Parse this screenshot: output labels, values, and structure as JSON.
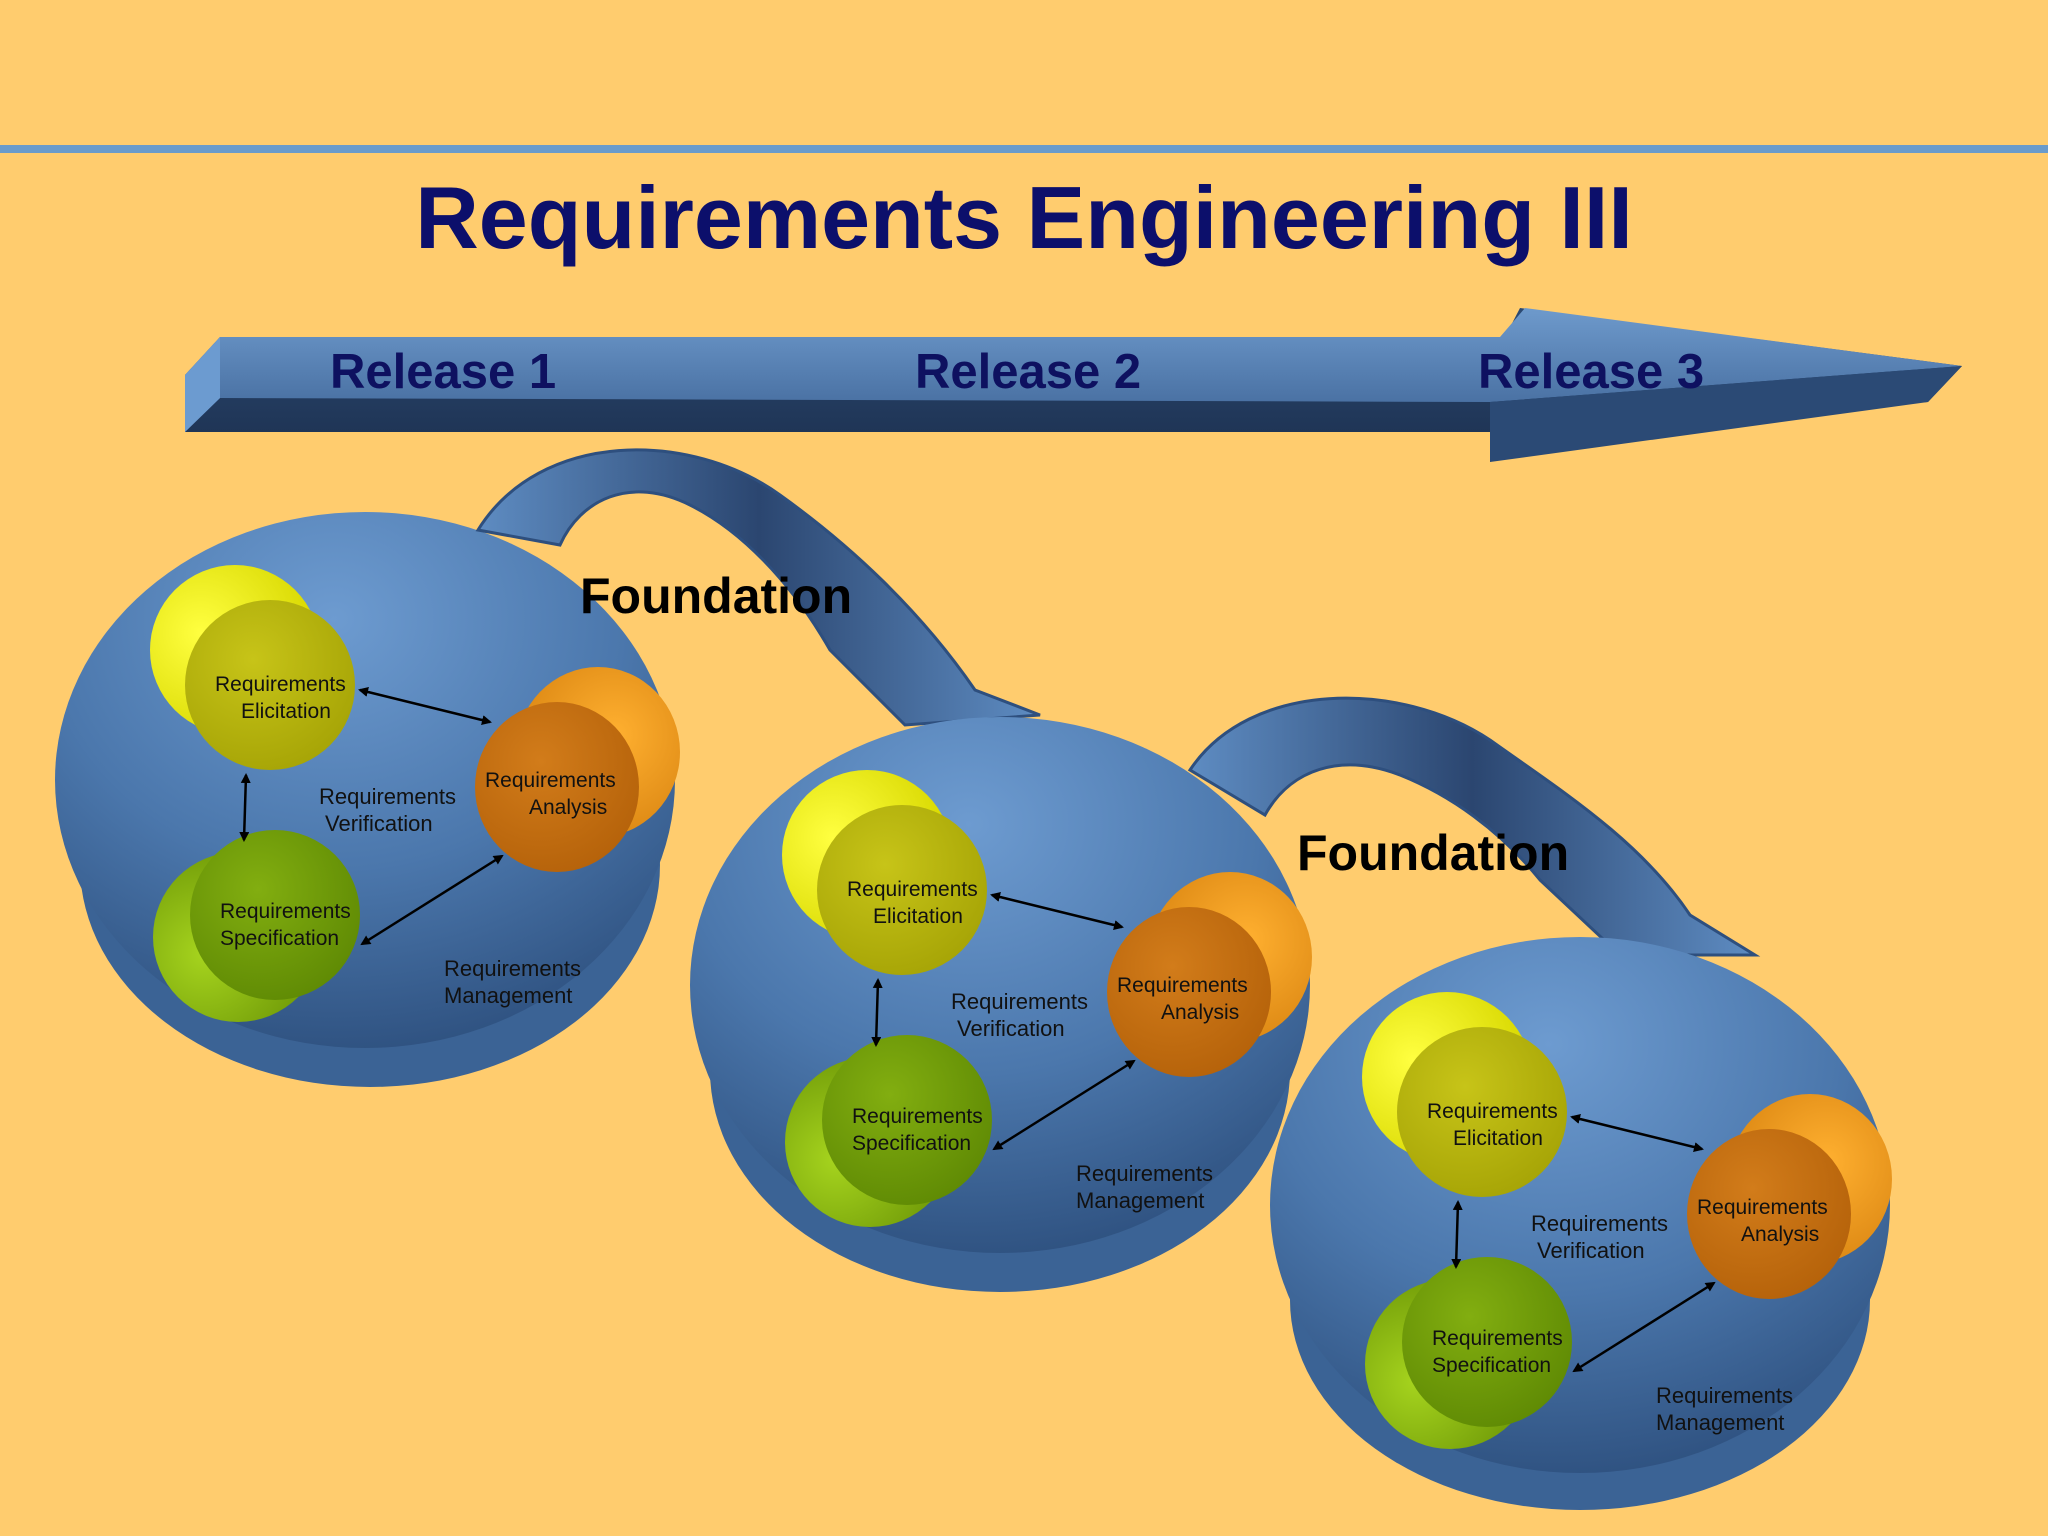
{
  "slide": {
    "title": "Requirements Engineering III",
    "colors": {
      "background": "#FFCC6E",
      "rule": "#6A9BCB",
      "title_text": "#0C0F6B",
      "globe_blue": "#4A78AE",
      "elicitation_yellow": "#B5B30A",
      "analysis_orange": "#C9700F",
      "specification_green": "#6E9D08"
    }
  },
  "timeline": {
    "releases": [
      "Release 1",
      "Release 2",
      "Release 3"
    ]
  },
  "transitions": [
    {
      "label": "Foundation"
    },
    {
      "label": "Foundation"
    }
  ],
  "cycles": [
    {
      "elicitation": [
        "Requirements",
        "Elicitation"
      ],
      "analysis": [
        "Requirements",
        "Analysis"
      ],
      "specification": [
        "Requirements",
        "Specification"
      ],
      "verification": [
        "Requirements",
        "Verification"
      ],
      "management": [
        "Requirements",
        "Management"
      ]
    },
    {
      "elicitation": [
        "Requirements",
        "Elicitation"
      ],
      "analysis": [
        "Requirements",
        "Analysis"
      ],
      "specification": [
        "Requirements",
        "Specification"
      ],
      "verification": [
        "Requirements",
        "Verification"
      ],
      "management": [
        "Requirements",
        "Management"
      ]
    },
    {
      "elicitation": [
        "Requirements",
        "Elicitation"
      ],
      "analysis": [
        "Requirements",
        "Analysis"
      ],
      "specification": [
        "Requirements",
        "Specification"
      ],
      "verification": [
        "Requirements",
        "Verification"
      ],
      "management": [
        "Requirements",
        "Management"
      ]
    }
  ]
}
